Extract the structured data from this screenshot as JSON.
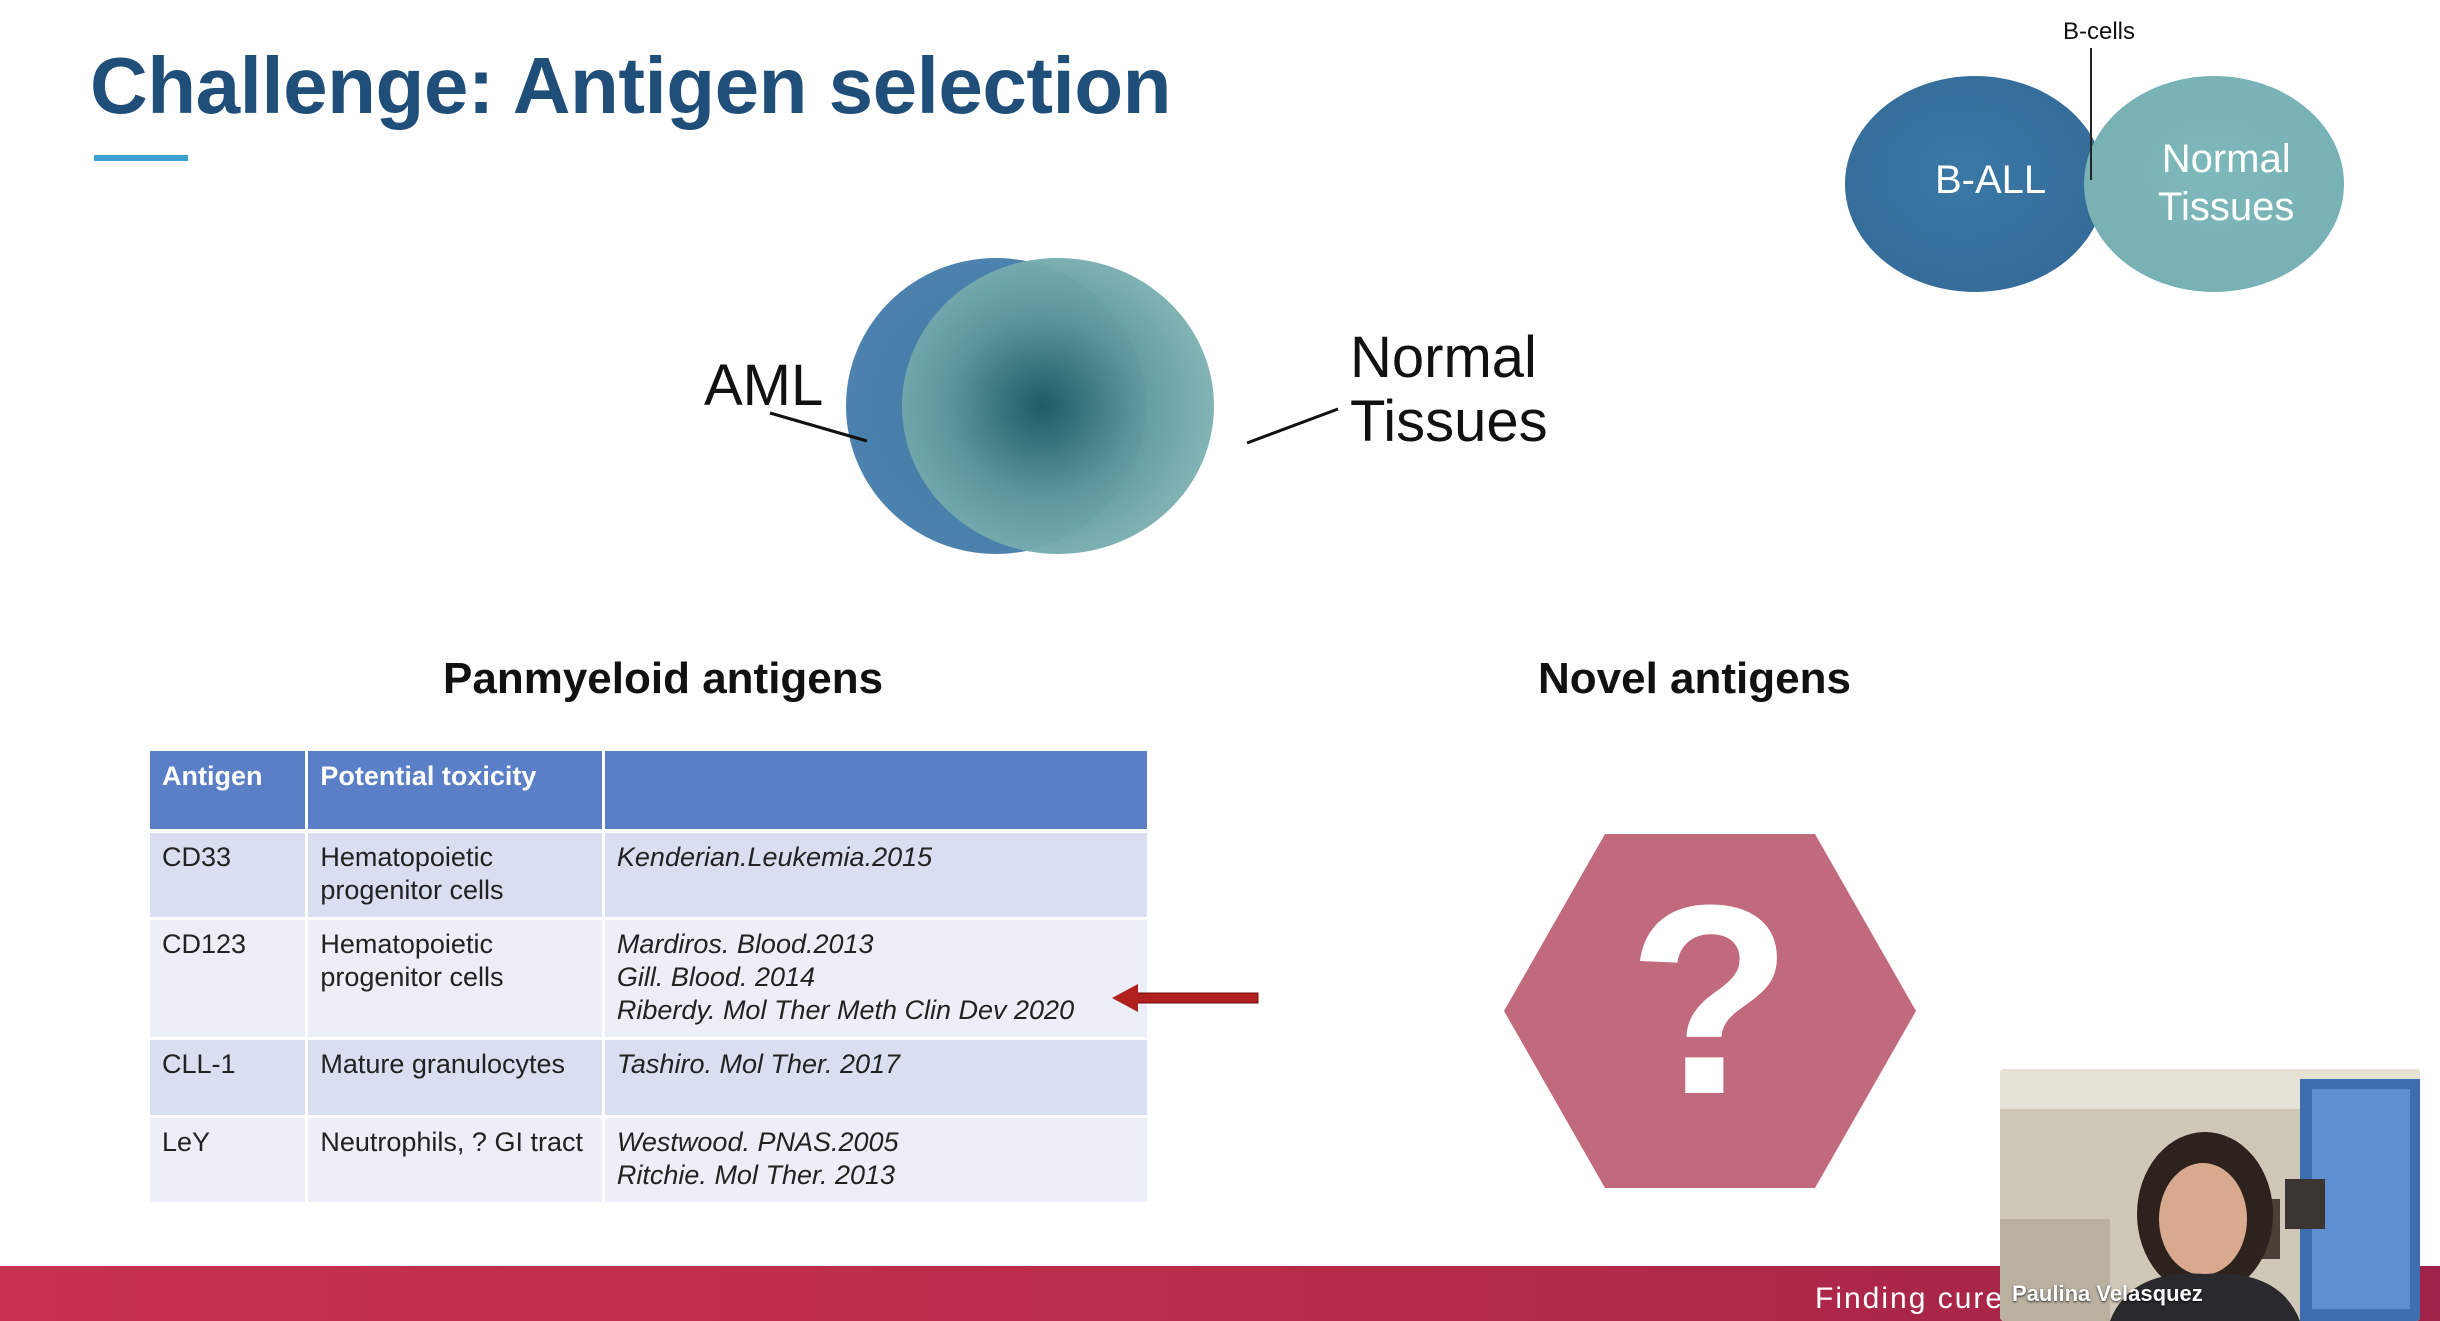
{
  "slide": {
    "title": "Challenge: Antigen selection"
  },
  "inset_venn": {
    "top_label": "B-cells",
    "left_circle": "B-ALL",
    "right_circle_line1": "Normal",
    "right_circle_line2": "Tissues"
  },
  "main_venn": {
    "left_label": "AML",
    "right_label_line1": "Normal",
    "right_label_line2": "Tissues"
  },
  "panmyeloid": {
    "heading": "Panmyeloid antigens",
    "columns": [
      "Antigen",
      "Potential toxicity",
      ""
    ],
    "rows": [
      {
        "antigen": "CD33",
        "toxicity_line1": "Hematopoietic",
        "toxicity_line2": "progenitor cells",
        "refs": [
          "Kenderian.Leukemia.2015"
        ]
      },
      {
        "antigen": "CD123",
        "toxicity_line1": "Hematopoietic",
        "toxicity_line2": "progenitor cells",
        "refs": [
          "Mardiros. Blood.2013",
          "Gill. Blood. 2014",
          "Riberdy. Mol Ther Meth Clin Dev 2020"
        ]
      },
      {
        "antigen": "CLL-1",
        "toxicity_line1": "Mature granulocytes",
        "toxicity_line2": "",
        "refs": [
          "Tashiro. Mol Ther. 2017"
        ]
      },
      {
        "antigen": "LeY",
        "toxicity_line1": "Neutrophils, ? GI tract",
        "toxicity_line2": "",
        "refs": [
          "Westwood. PNAS.2005",
          "Ritchie. Mol Ther. 2013"
        ]
      }
    ]
  },
  "novel": {
    "heading": "Novel antigens",
    "symbol": "?"
  },
  "footer": {
    "tagline": "Finding cures. Saving children."
  },
  "video": {
    "speaker_name": "Paulina Velasquez"
  },
  "colors": {
    "title": "#1f4e79",
    "accent_underline": "#3aa3d4",
    "table_header": "#5b7fc6",
    "hexagon": "#c1697d",
    "arrow": "#b0201e",
    "footer": "#c8314f"
  },
  "icons": {
    "question_hexagon": "question-hexagon-icon",
    "arrow": "left-arrow-icon"
  }
}
